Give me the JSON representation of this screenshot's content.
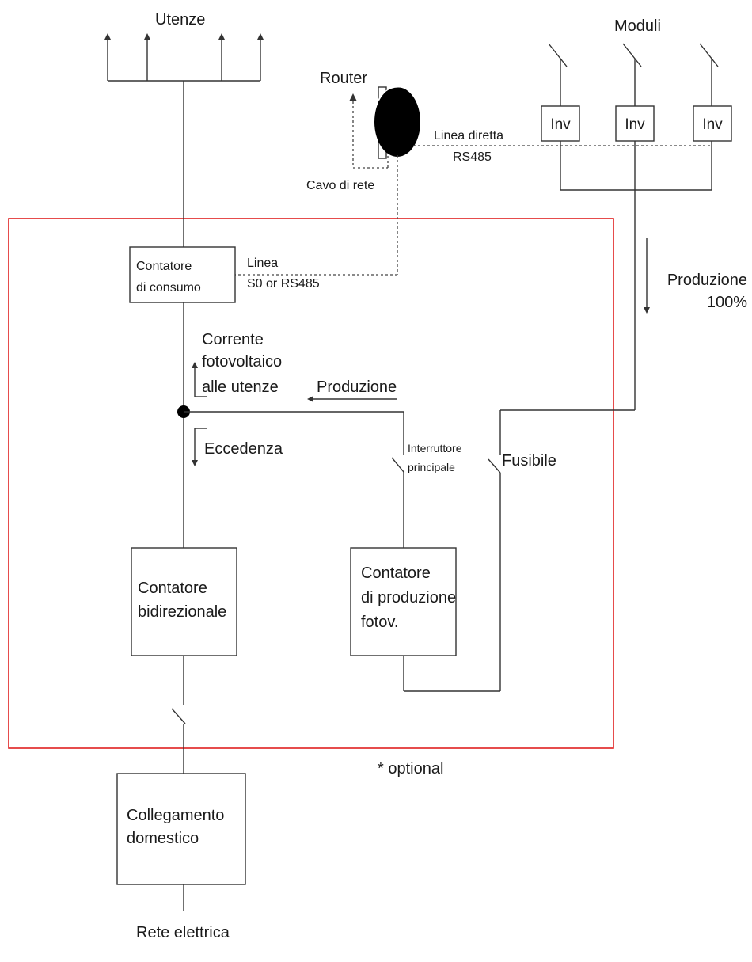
{
  "labels": {
    "utenze": "Utenze",
    "moduli": "Moduli",
    "router": "Router",
    "cavo_di_rete": "Cavo di rete",
    "linea_diretta_1": "Linea diretta",
    "linea_diretta_2": "RS485",
    "inverter": "Inv",
    "produzione_100_1": "Produzione",
    "produzione_100_2": "100%",
    "linea_s0_1": "Linea",
    "linea_s0_2": "S0 or RS485",
    "corrente_1": "Corrente",
    "corrente_2": "fotovoltaico",
    "corrente_3": "alle utenze",
    "produzione": "Produzione",
    "eccedenza": "Eccedenza",
    "interruttore_1": "Interruttore",
    "interruttore_2": "principale",
    "fusibile": "Fusibile",
    "optional": "* optional",
    "rete_elettrica": "Rete elettrica"
  },
  "boxes": {
    "contatore_consumo_1": "Contatore",
    "contatore_consumo_2": "di consumo",
    "contatore_bidirezionale_1": "Contatore",
    "contatore_bidirezionale_2": "bidirezionale",
    "contatore_produzione_1": "Contatore",
    "contatore_produzione_2": "di produzione",
    "contatore_produzione_3": "fotov.",
    "collegamento_1": "Collegamento",
    "collegamento_2": "domestico"
  },
  "colors": {
    "boundary": "#e02020",
    "line": "#333333"
  }
}
